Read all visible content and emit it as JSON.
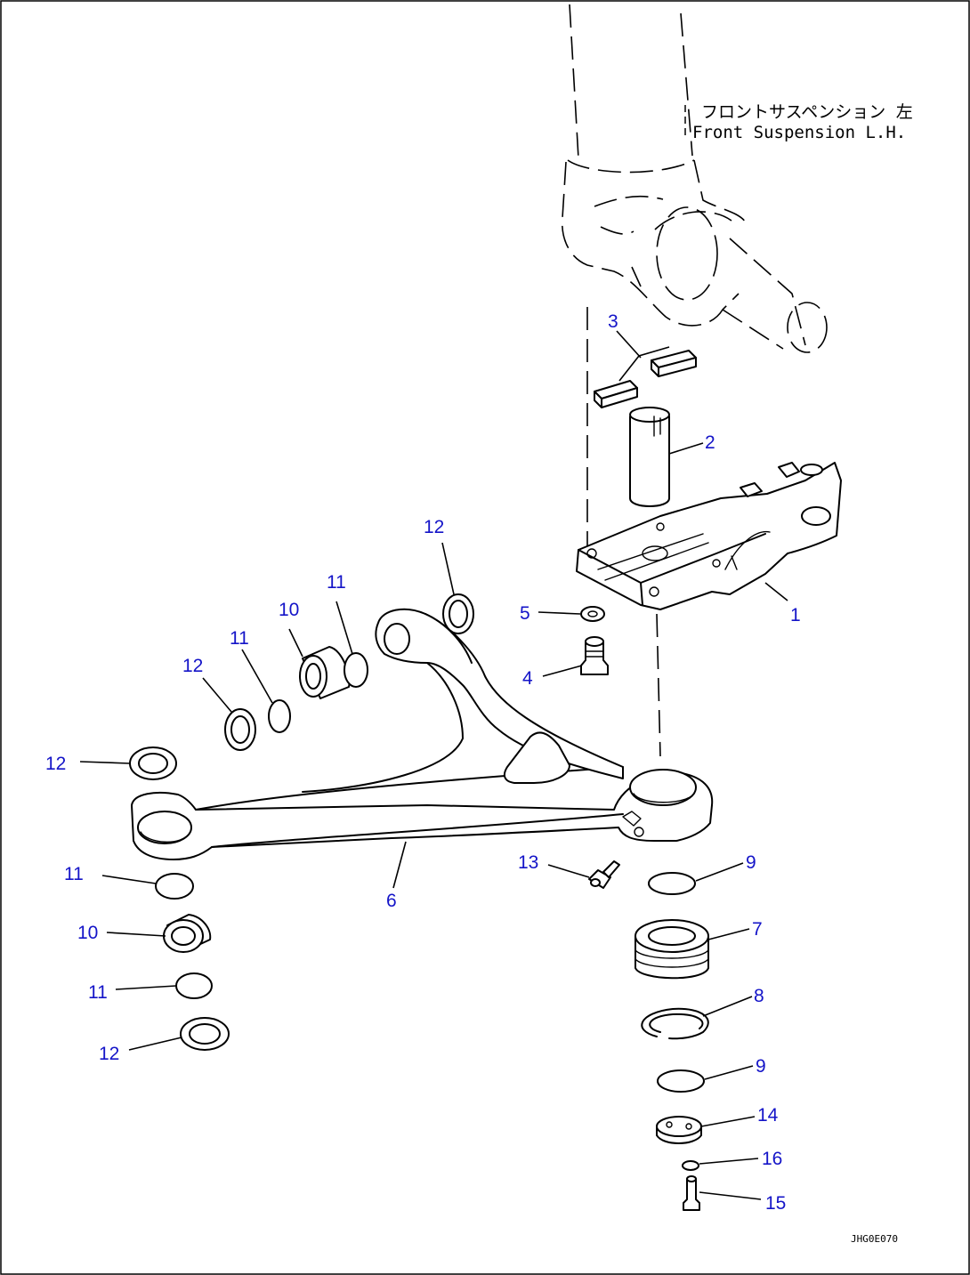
{
  "caption": {
    "japanese": "フロントサスペンション 左",
    "english": "Front Suspension L.H."
  },
  "drawing_code": "JHG0E070",
  "callouts": [
    {
      "id": "c1",
      "label": "1"
    },
    {
      "id": "c2",
      "label": "2"
    },
    {
      "id": "c3",
      "label": "3"
    },
    {
      "id": "c4",
      "label": "4"
    },
    {
      "id": "c5",
      "label": "5"
    },
    {
      "id": "c6",
      "label": "6"
    },
    {
      "id": "c7",
      "label": "7"
    },
    {
      "id": "c8",
      "label": "8"
    },
    {
      "id": "c9a",
      "label": "9"
    },
    {
      "id": "c9b",
      "label": "9"
    },
    {
      "id": "c10a",
      "label": "10"
    },
    {
      "id": "c10b",
      "label": "10"
    },
    {
      "id": "c11a",
      "label": "11"
    },
    {
      "id": "c11b",
      "label": "11"
    },
    {
      "id": "c11c",
      "label": "11"
    },
    {
      "id": "c11d",
      "label": "11"
    },
    {
      "id": "c12a",
      "label": "12"
    },
    {
      "id": "c12b",
      "label": "12"
    },
    {
      "id": "c12c",
      "label": "12"
    },
    {
      "id": "c12d",
      "label": "12"
    },
    {
      "id": "c13",
      "label": "13"
    },
    {
      "id": "c14",
      "label": "14"
    },
    {
      "id": "c15",
      "label": "15"
    },
    {
      "id": "c16",
      "label": "16"
    }
  ]
}
